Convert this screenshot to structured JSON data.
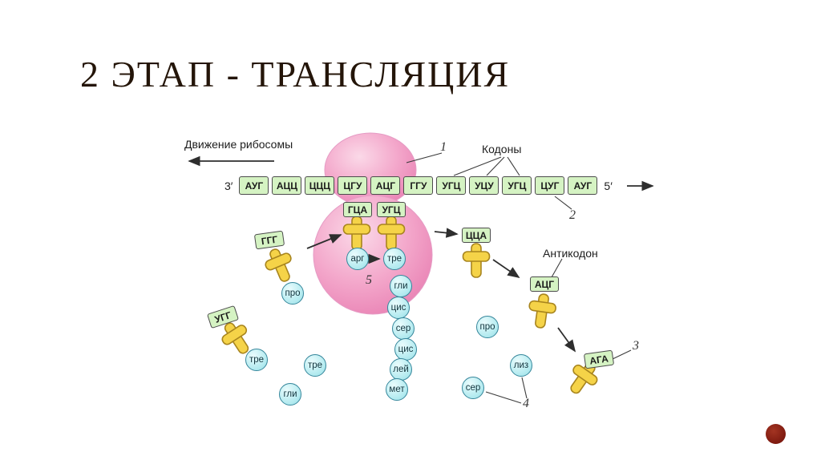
{
  "slide": {
    "title": "2 ЭТАП - ТРАНСЛЯЦИЯ"
  },
  "labels": {
    "ribosome_movement": "Движение рибосомы",
    "codons": "Кодоны",
    "anticodon": "Антикодон",
    "end3": "3′",
    "end5": "5′"
  },
  "mrna_codons": [
    "АУГ",
    "АЦЦ",
    "ЦЦЦ",
    "ЦГУ",
    "АЦГ",
    "ГГУ",
    "УГЦ",
    "УЦУ",
    "УГЦ",
    "ЦУГ",
    "АУГ"
  ],
  "anticodons": {
    "ribosome_left": "ГЦА",
    "ribosome_right": "УГЦ",
    "upper_left": "ГГГ",
    "lower_left": "УГГ",
    "exiting": "ЦЦА",
    "incoming": "АЦГ",
    "far_right": "АГА"
  },
  "amino_acids": {
    "ribosome_left": "арг",
    "ribosome_right": "тре",
    "chain": [
      "гли",
      "цис",
      "сер",
      "цис",
      "лей",
      "мет"
    ],
    "on_trna_upper_left": "про",
    "on_trna_lower_left": "тре",
    "free_left": [
      "тре",
      "гли"
    ],
    "free_right": [
      "про",
      "лиз",
      "сер"
    ]
  },
  "callout_numbers": {
    "n1": "1",
    "n2": "2",
    "n3": "3",
    "n4": "4",
    "n5": "5"
  },
  "colors": {
    "mrna_box_green": "#d5f3c3",
    "trna_yellow": "#f5d348",
    "amino_acid_cyan": "#b5ebf0",
    "ribosome_pink": "#f2a2c8",
    "corner_dot_red": "#7c130b",
    "title_text": "#241509"
  }
}
